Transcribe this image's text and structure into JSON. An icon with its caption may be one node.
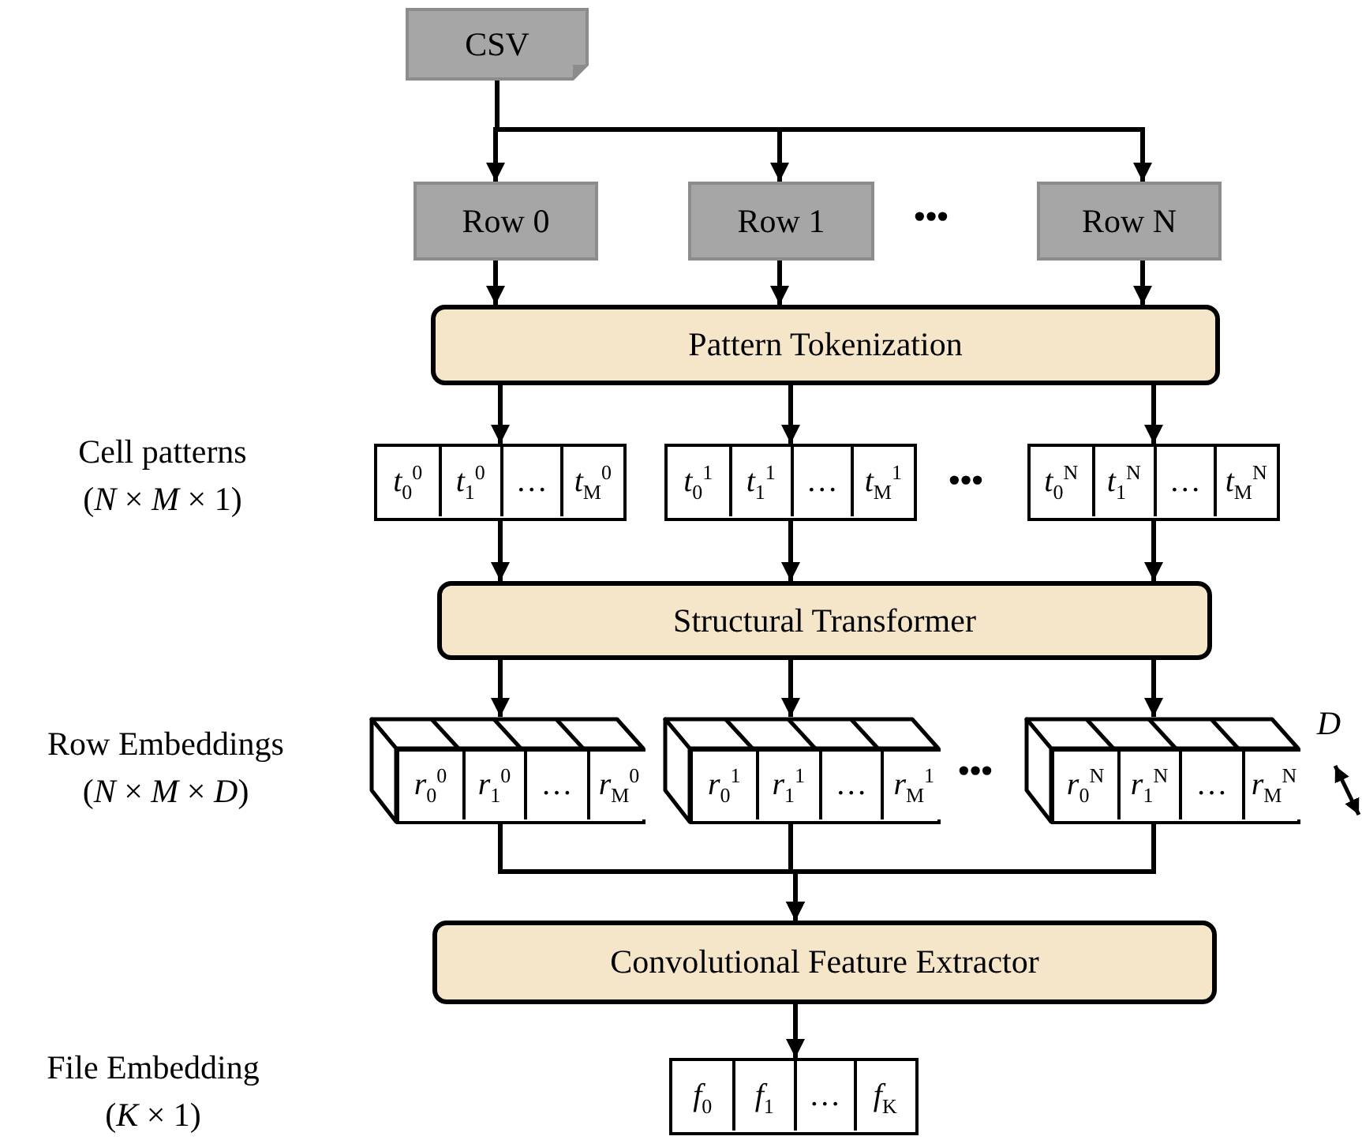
{
  "diagram": {
    "nodes": [
      {
        "text": [
          "CSV"
        ]
      },
      {
        "text": [
          "Row 0"
        ]
      },
      {
        "text": [
          "Row 1"
        ]
      },
      {
        "text": [
          "Row N"
        ]
      },
      {
        "text": [
          "Pattern Tokenization"
        ]
      },
      {
        "text": [],
        "shape": "box"
      },
      {
        "text": [
          "*t*$_{0}$$^{0}$"
        ],
        "in": 5
      },
      {
        "text": [
          "*t*$_{1}$$^{0}$"
        ],
        "in": 5
      },
      {
        "text": [
          "…"
        ],
        "in": 5
      },
      {
        "text": [
          "*t*$_{M}$$^{0}$"
        ],
        "in": 5
      },
      {
        "text": [],
        "shape": "box"
      },
      {
        "text": [
          "*t*$_{0}$$^{1}$"
        ],
        "in": 10
      },
      {
        "text": [
          "*t*$_{1}$$^{1}$"
        ],
        "in": 10
      },
      {
        "text": [
          "…"
        ],
        "in": 10
      },
      {
        "text": [
          "*t*$_{M}$$^{1}$"
        ],
        "in": 10
      },
      {
        "text": [],
        "shape": "box"
      },
      {
        "text": [
          "*t*$_{0}$$^{N}$"
        ],
        "in": 15
      },
      {
        "text": [
          "*t*$_{1}$$^{N}$"
        ],
        "in": 15
      },
      {
        "text": [
          "…"
        ],
        "in": 15
      },
      {
        "text": [
          "*t*$_{M}$$^{N}$"
        ],
        "in": 15
      },
      {
        "text": [
          "Structural Transformer"
        ]
      },
      {
        "text": [],
        "shape": "cuboid"
      },
      {
        "text": [
          "*r*$_{0}$$^{0}$"
        ],
        "in": 21
      },
      {
        "text": [
          "*r*$_{1}$$^{0}$"
        ],
        "in": 21
      },
      {
        "text": [
          "…"
        ],
        "in": 21
      },
      {
        "text": [
          "*r*$_{M}$$^{0}$"
        ],
        "in": 21
      },
      {
        "text": [],
        "shape": "cuboid"
      },
      {
        "text": [
          "*r*$_{0}$$^{1}$"
        ],
        "in": 26
      },
      {
        "text": [
          "*r*$_{1}$$^{1}$"
        ],
        "in": 26
      },
      {
        "text": [
          "…"
        ],
        "in": 26
      },
      {
        "text": [
          "*r*$_{M}$$^{1}$"
        ],
        "in": 26
      },
      {
        "text": [],
        "shape": "cuboid"
      },
      {
        "text": [
          "*r*$_{0}$$^{N}$"
        ],
        "in": 31
      },
      {
        "text": [
          "*r*$_{1}$$^{N}$"
        ],
        "in": 31
      },
      {
        "text": [
          "…"
        ],
        "in": 31
      },
      {
        "text": [
          "*r*$_{M}$$^{N}$"
        ],
        "in": 31
      },
      {
        "text": [
          "Convolutional Feature Extractor"
        ]
      },
      {
        "text": [],
        "shape": "box"
      },
      {
        "text": [
          "*f*$_{0}$"
        ],
        "in": 37
      },
      {
        "text": [
          "*f*$_{1}$"
        ],
        "in": 37
      },
      {
        "text": [
          "…"
        ],
        "in": 37
      },
      {
        "text": [
          "*f*$_{K}$"
        ],
        "in": 37
      }
    ],
    "edges": [
      {
        "from": 0,
        "to": 1,
        "arrow": "to"
      },
      {
        "from": 0,
        "to": 2,
        "arrow": "to"
      },
      {
        "from": 0,
        "to": 3,
        "arrow": "to"
      },
      {
        "from": 1,
        "to": 4,
        "arrow": "to"
      },
      {
        "from": 2,
        "to": 4,
        "arrow": "to"
      },
      {
        "from": 3,
        "to": 4,
        "arrow": "to"
      },
      {
        "from": 4,
        "to": 5,
        "arrow": "to"
      },
      {
        "from": 4,
        "to": 10,
        "arrow": "to"
      },
      {
        "from": 4,
        "to": 15,
        "arrow": "to"
      },
      {
        "from": 5,
        "to": 20,
        "arrow": "to"
      },
      {
        "from": 10,
        "to": 20,
        "arrow": "to"
      },
      {
        "from": 15,
        "to": 20,
        "arrow": "to"
      },
      {
        "from": 20,
        "to": 21,
        "arrow": "to"
      },
      {
        "from": 20,
        "to": 26,
        "arrow": "to"
      },
      {
        "from": 20,
        "to": 31,
        "arrow": "to"
      },
      {
        "from": 21,
        "to": 36,
        "arrow": "to"
      },
      {
        "from": 26,
        "to": 36,
        "arrow": "to"
      },
      {
        "from": 31,
        "to": 36,
        "arrow": "to"
      },
      {
        "from": 36,
        "to": 37,
        "arrow": "to"
      }
    ],
    "labels": [
      "•••",
      "Cell patterns",
      "(*N* × *M* × 1)",
      "•••",
      "Row Embeddings",
      "(*N* × *M* × *D*)",
      "•••",
      "D",
      "File Embedding",
      "(*K* × 1)"
    ]
  }
}
